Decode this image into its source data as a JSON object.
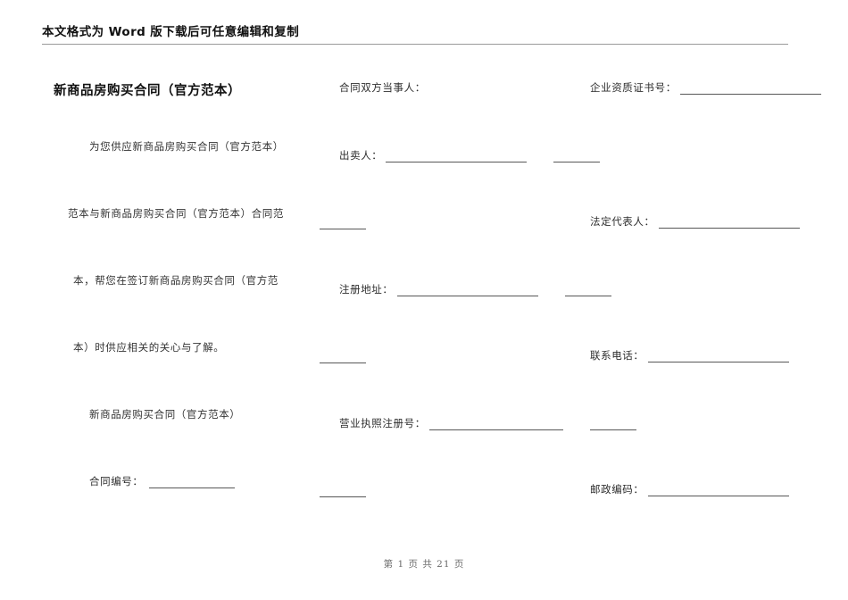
{
  "header": {
    "banner_text": "本文格式为 Word 版下载后可任意编辑和复制"
  },
  "left_column": {
    "title": "新商品房购买合同（官方范本）",
    "paragraph_lines": [
      "为您供应新商品房购买合同（官方范本）",
      "范本与新商品房购买合同（官方范本）合同范",
      "本，帮您在签订新商品房购买合同（官方范",
      "本）时供应相关的关心与了解。"
    ],
    "subtitle": "新商品房购买合同（官方范本）",
    "contract_no_label": "合同编号："
  },
  "middle_column": {
    "parties_heading": "合同双方当事人：",
    "fields": [
      {
        "label": "出卖人："
      },
      {
        "label": "注册地址："
      },
      {
        "label": "营业执照注册号："
      }
    ]
  },
  "right_column": {
    "fields": [
      {
        "label": "企业资质证书号："
      },
      {
        "label": "法定代表人："
      },
      {
        "label": "联系电话："
      },
      {
        "label": "邮政编码："
      }
    ]
  },
  "footer": {
    "page_text": "第 1 页 共 21 页"
  },
  "colors": {
    "text": "#2b2b2b",
    "rule": "#9a9a9a",
    "blank_line": "#575757",
    "footer_text": "#6b6b6b"
  }
}
